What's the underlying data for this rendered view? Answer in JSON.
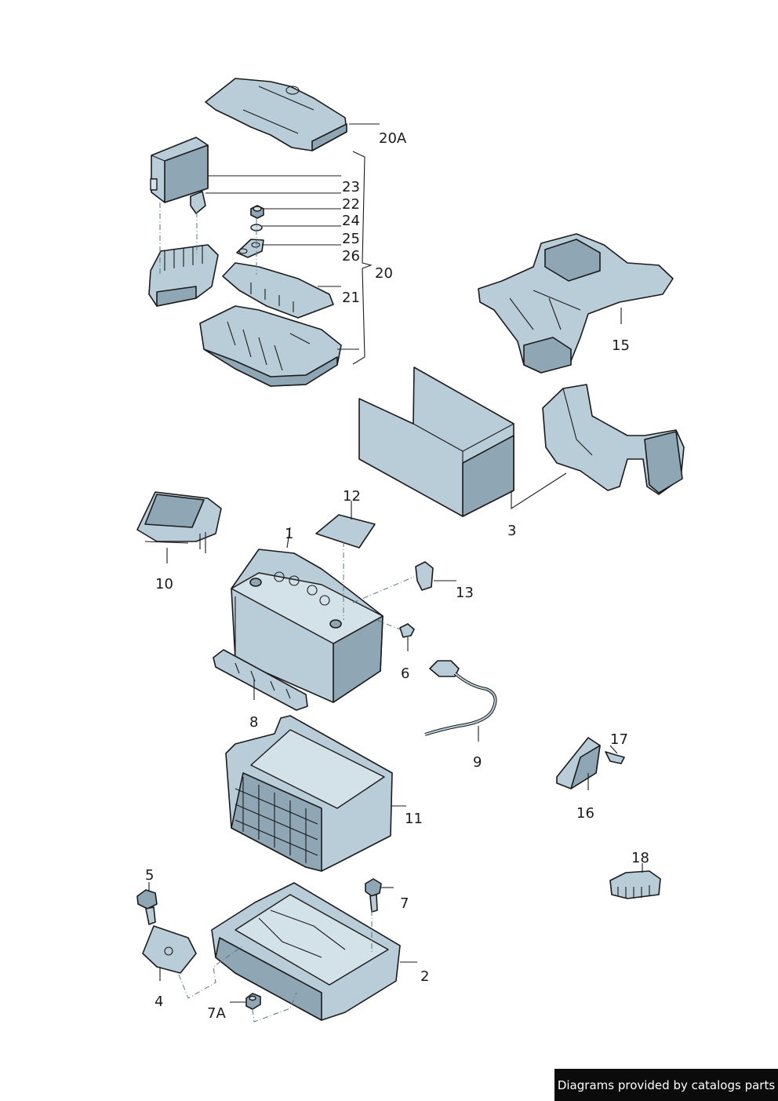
{
  "callouts": {
    "c20A": "20A",
    "c23": "23",
    "c22": "22",
    "c24": "24",
    "c25": "25",
    "c26": "26",
    "c20": "20",
    "c21": "21",
    "c15": "15",
    "c3": "3",
    "c12": "12",
    "c1": "1",
    "c10": "10",
    "c13": "13",
    "c6": "6",
    "c8": "8",
    "c9": "9",
    "c17": "17",
    "c16": "16",
    "c11": "11",
    "c18": "18",
    "c5": "5",
    "c7": "7",
    "c2": "2",
    "c4": "4",
    "c7A": "7A"
  },
  "credit": "Diagrams provided by catalogs parts",
  "colors": {
    "part": "#b9cdd8",
    "part_shadow": "#8fa7b5",
    "outline": "#1b1b1b",
    "badge": "#0b0b0b"
  }
}
